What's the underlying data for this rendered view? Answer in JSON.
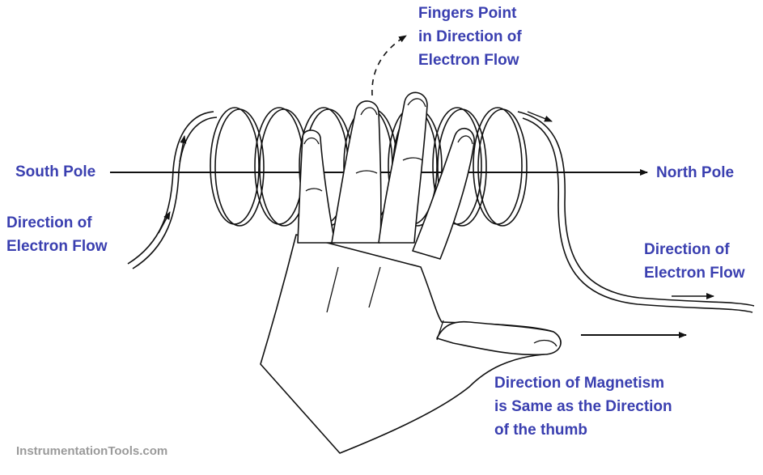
{
  "labels": {
    "fingers": [
      "Fingers Point",
      "in Direction of",
      "Electron Flow"
    ],
    "south_pole": "South Pole",
    "north_pole": "North Pole",
    "electron_flow_left": [
      "Direction of",
      "Electron Flow"
    ],
    "electron_flow_right": [
      "Direction of",
      "Electron Flow"
    ],
    "magnetism": [
      "Direction of Magnetism",
      "is Same as the Direction",
      "of the thumb"
    ]
  },
  "watermark": "InstrumentationTools.com",
  "colors": {
    "label_text": "#3a3fb0",
    "line": "#111111",
    "watermark": "#9a9a9a"
  }
}
